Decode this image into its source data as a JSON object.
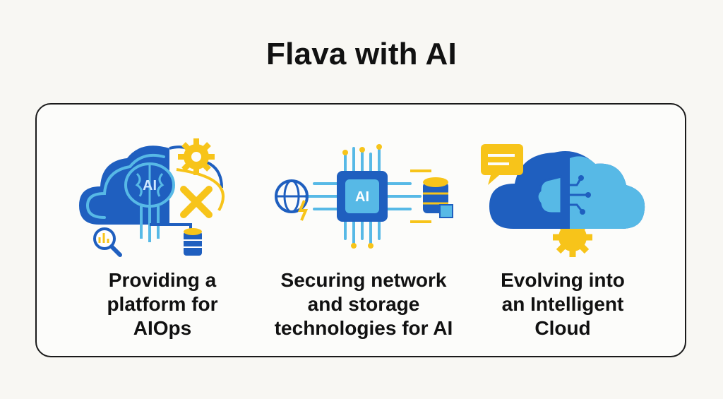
{
  "title": "Flava with AI",
  "colors": {
    "primary_blue": "#1f5fbf",
    "light_blue": "#57b9e6",
    "yellow": "#f7c41a",
    "background": "#f8f7f3"
  },
  "items": [
    {
      "icon": "cloud-brain-aiops-icon",
      "icon_text": "AI",
      "caption": [
        "Providing a",
        "platform for",
        "AIOps"
      ]
    },
    {
      "icon": "ai-chip-network-storage-icon",
      "icon_text": "AI",
      "caption": [
        "Securing network",
        "and storage",
        "technologies for AI"
      ]
    },
    {
      "icon": "intelligent-cloud-brain-icon",
      "caption": [
        "Evolving into",
        "an Intelligent",
        "Cloud"
      ]
    }
  ]
}
